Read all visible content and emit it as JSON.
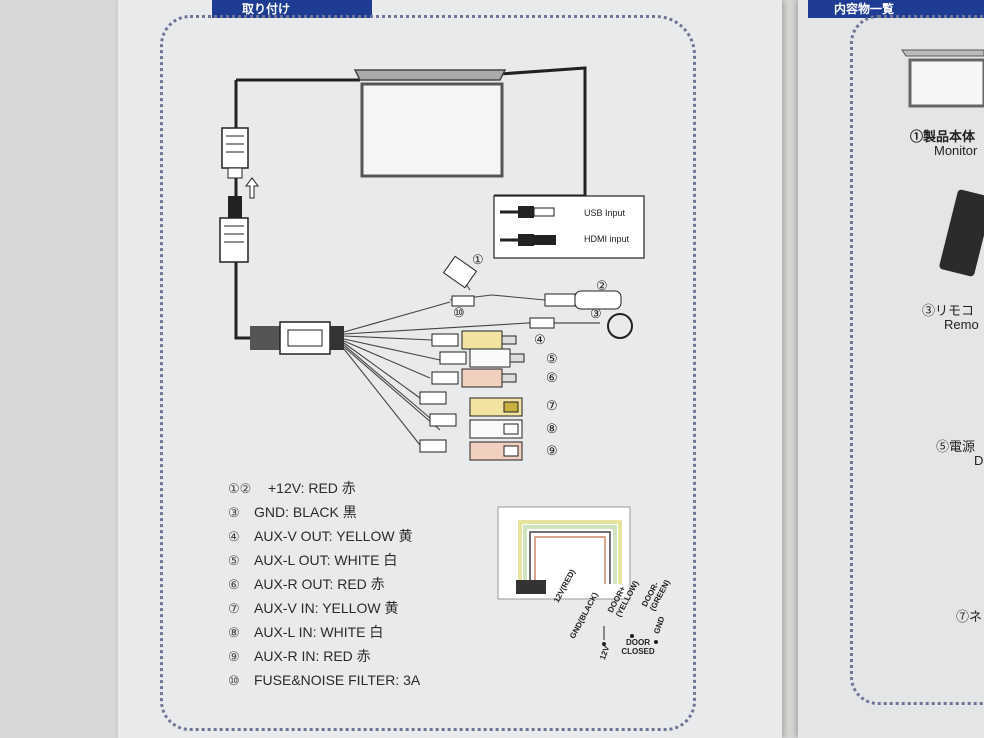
{
  "left_page": {
    "section_title": "取り付け",
    "usb_label": "USB Input",
    "hdmi_label": "HDMI input",
    "connector_numbers": [
      "①",
      "②",
      "③",
      "④",
      "⑤",
      "⑥",
      "⑦",
      "⑧",
      "⑨",
      "⑩"
    ],
    "legend": [
      {
        "num": "①②",
        "text": "+12V: RED 赤"
      },
      {
        "num": "③",
        "text": "GND: BLACK 黒"
      },
      {
        "num": "④",
        "text": "AUX-V OUT: YELLOW 黄"
      },
      {
        "num": "⑤",
        "text": "AUX-L OUT: WHITE 白"
      },
      {
        "num": "⑥",
        "text": "AUX-R OUT: RED 赤"
      },
      {
        "num": "⑦",
        "text": "AUX-V IN: YELLOW 黄"
      },
      {
        "num": "⑧",
        "text": "AUX-L IN: WHITE 白"
      },
      {
        "num": "⑨",
        "text": "AUX-R IN: RED 赤"
      },
      {
        "num": "⑩",
        "text": "FUSE&NOISE FILTER: 3A"
      }
    ],
    "door_labels": {
      "wire1": "12V(RED)",
      "wire2": "GND(BLACK)",
      "wire3": "DOOR+ (YELLOW)",
      "wire4": "DOOR- (GREEN)",
      "term1": "12V",
      "term2": "DOOR CLOSED",
      "term3": "GND"
    }
  },
  "right_page": {
    "section_title": "内容物一覧",
    "item1": "①製品本体",
    "item1_sub": "Monitor",
    "item3": "③リモコ",
    "item3_sub": "Remo",
    "item5": "⑤電源",
    "item5_sub": "D",
    "item7": "⑦ネ"
  }
}
